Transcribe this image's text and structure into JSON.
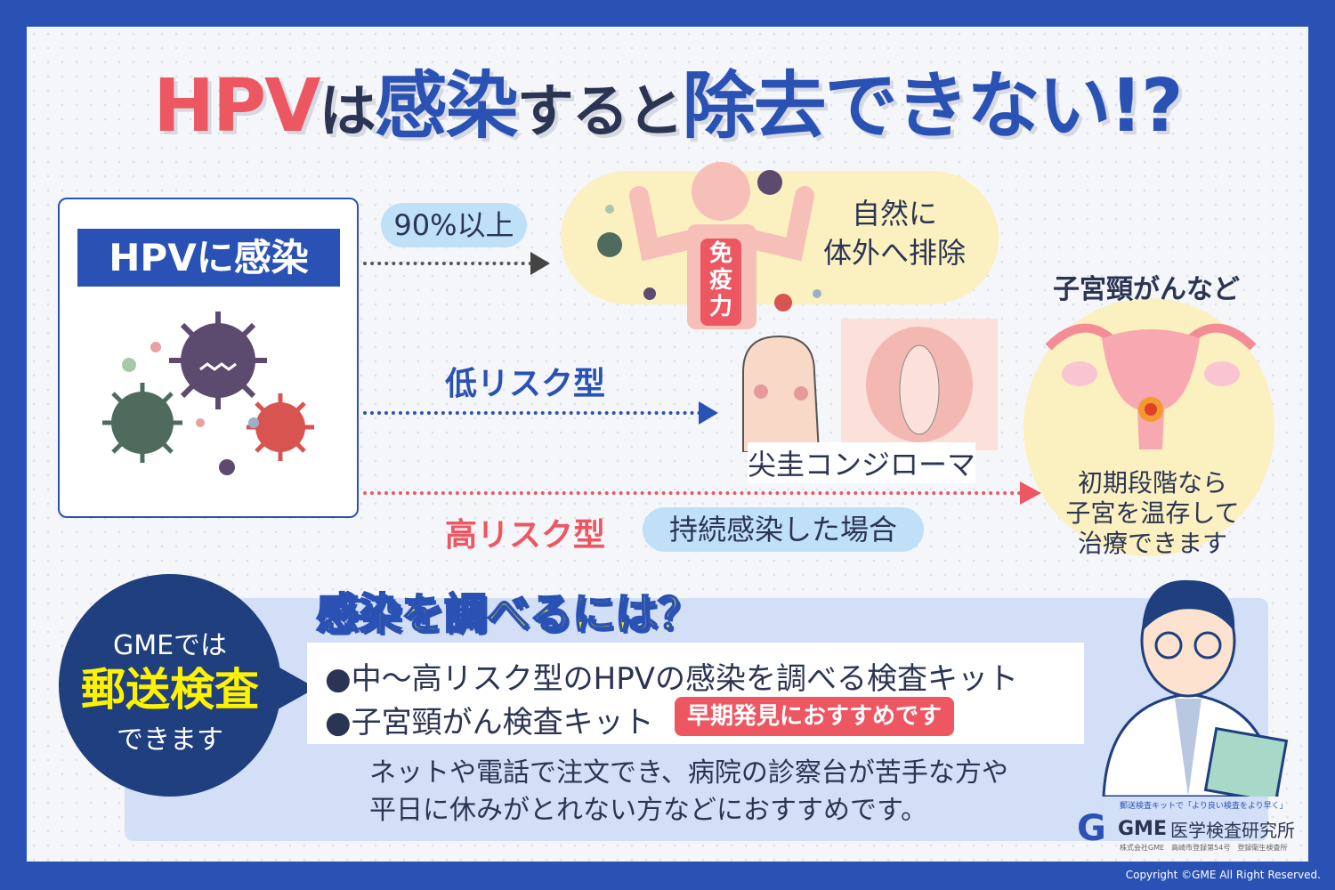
{
  "title": {
    "hpv": "HPV",
    "ha": "は",
    "kansen": "感染",
    "suruto": "すると",
    "jokyo": "除去できない!?"
  },
  "infection_label": "HPVに感染",
  "branch_natural": {
    "percent": "90%以上",
    "result_line1": "自然に",
    "result_line2": "体外へ排除",
    "immunity": "免疫力"
  },
  "branch_low": {
    "label": "低リスク型",
    "result": "尖圭コンジローマ"
  },
  "branch_high": {
    "label": "高リスク型",
    "condition": "持続感染した場合",
    "result_title": "子宮頸がんなど",
    "result_line1": "初期段階なら",
    "result_line2": "子宮を温存して",
    "result_line3": "治療できます"
  },
  "bottom": {
    "circle_line1": "GMEでは",
    "circle_line2": "郵送検査",
    "circle_line3": "できます",
    "heading": "感染を調べるには？",
    "items": [
      "●中～高リスク型のHPVの感染を調べる検査キット",
      "●子宮頸がん検査キット"
    ],
    "badge": "早期発見におすすめです",
    "desc_line1": "ネットや電話で注文でき、病院の診察台が苦手な方や",
    "desc_line2": "平日に休みがとれない方などにおすすめです。"
  },
  "logo": {
    "tagline": "郵送検査キットで「より良い検査をより早く」",
    "name": "GME",
    "name_jp": "医学検査研究所",
    "sub": "株式会社GME　高崎市登録第54号　登録衛生検査所"
  },
  "copyright": "Copyright ©GME All Right Reserved.",
  "colors": {
    "blue": "#2a52b5",
    "red": "#ec5762",
    "navy": "#1f3f7e",
    "yellow": "#fbf0c0"
  }
}
